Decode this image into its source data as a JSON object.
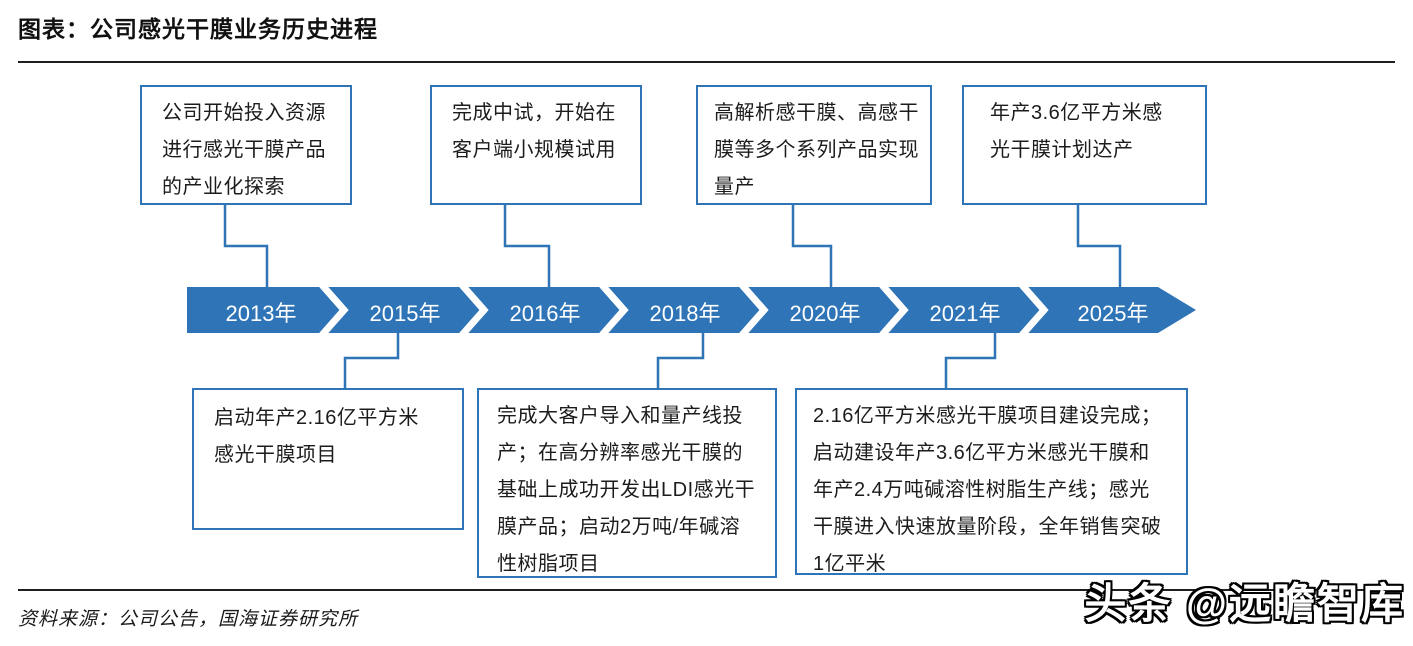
{
  "page": {
    "title": "图表：公司感光干膜业务历史进程",
    "source": "资料来源：公司公告，国海证券研究所",
    "watermark": "头条 @远瞻智库"
  },
  "colors": {
    "accent_blue": "#2e74b6",
    "rule_black": "#1f1f1f",
    "year_text": "#ffffff"
  },
  "timeline": {
    "years": [
      "2013年",
      "2015年",
      "2016年",
      "2018年",
      "2020年",
      "2021年",
      "2025年"
    ]
  },
  "events": {
    "top": [
      {
        "year": "2013年",
        "text": "公司开始投入资源进行感光干膜产品的产业化探索"
      },
      {
        "year": "2016年",
        "text": "完成中试，开始在客户端小规模试用"
      },
      {
        "year": "2020年",
        "text": "高解析感干膜、高感干膜等多个系列产品实现量产"
      },
      {
        "year": "2025年",
        "text": "年产3.6亿平方米感光干膜计划达产"
      }
    ],
    "bottom": [
      {
        "year": "2015年",
        "text": "启动年产2.16亿平方米感光干膜项目"
      },
      {
        "year": "2018年",
        "text": "完成大客户导入和量产线投产；在高分辨率感光干膜的基础上成功开发出LDI感光干膜产品；启动2万吨/年碱溶性树脂项目"
      },
      {
        "year": "2021年",
        "text": "2.16亿平方米感光干膜项目建设完成；启动建设年产3.6亿平方米感光干膜和年产2.4万吨碱溶性树脂生产线；感光干膜进入快速放量阶段，全年销售突破1亿平米"
      }
    ]
  }
}
